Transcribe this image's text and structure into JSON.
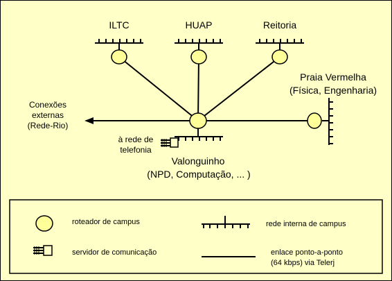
{
  "diagram": {
    "nodes": {
      "iltc": "ILTC",
      "huap": "HUAP",
      "reitoria": "Reitoria",
      "praia_vermelha": "Praia Vermelha",
      "praia_vermelha_sub": "(Física, Engenharia)",
      "valonguinho": "Valonguinho",
      "valonguinho_sub": "(NPD, Computação, ... )",
      "conexoes_l1": "Conexões",
      "conexoes_l2": "externas",
      "conexoes_l3": "(Rede-Rio)",
      "telefonia_l1": "à rede de",
      "telefonia_l2": "telefonia"
    }
  },
  "legend": {
    "router": "roteador de campus",
    "internal_network": "rede interna de campus",
    "comm_server": "servidor de comunicação",
    "link_l1": "enlace ponto-a-ponto",
    "link_l2": "(64 kbps) via Telerj"
  },
  "colors": {
    "background": "#ffffc8",
    "router_fill": "#ffff99",
    "stroke": "#000000"
  }
}
